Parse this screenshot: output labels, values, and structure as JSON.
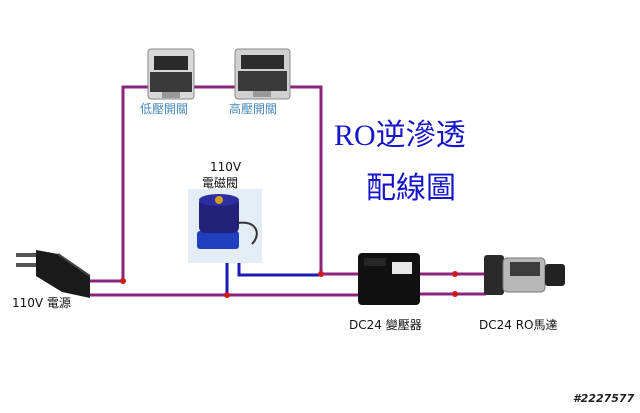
{
  "title": {
    "line1": "RO逆滲透",
    "line2": "配線圖"
  },
  "components": {
    "low_pressure_switch": "低壓開關",
    "high_pressure_switch": "高壓開關",
    "solenoid_voltage": "110V",
    "solenoid_valve": "電磁閥",
    "power_source": "110V 電源",
    "transformer": "DC24 變壓器",
    "ro_motor": "DC24 RO馬達"
  },
  "watermark": "#2227577",
  "colors": {
    "wire_purple": "#8c237c",
    "wire_blue": "#1a1ab4",
    "junction_red": "#d01818",
    "title_blue": "#1616c8"
  }
}
